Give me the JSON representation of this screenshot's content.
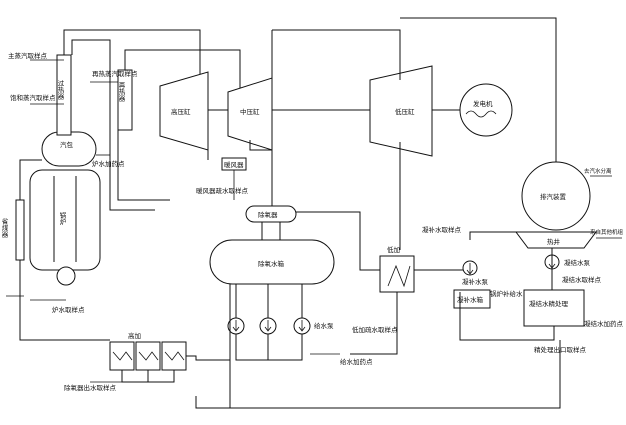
{
  "labels": {
    "main_steam_sample": "主蒸汽取样点",
    "superheater": "过热器",
    "reheat_steam_sample": "再热蒸汽取样点",
    "saturated_steam_sample": "饱和蒸汽取样点",
    "reheater": "再热器",
    "drum": "汽包",
    "boiler_dosing": "炉水加药点",
    "economizer": "省煤器",
    "furnace": "锅炉",
    "boiler_water_sample": "炉水取样点",
    "hp_turbine": "高压缸",
    "ip_turbine": "中压缸",
    "lp_turbine": "低压缸",
    "generator": "发电机",
    "heater": "暖风器",
    "heater_drain_sample": "暖风器疏水取样点",
    "deaerator": "除氧器",
    "deaerator_tank": "除氧水箱",
    "feed_pump": "给水泵",
    "hp_heater": "高加",
    "deaerator_outlet_sample": "除氧器出水取样点",
    "lp_heater": "低加",
    "lp_drain_sample": "低加疏水取样点",
    "feedwater_dosing": "给水加药点",
    "exhaust_device": "排汽装置",
    "hotwell": "热井",
    "condensate_makeup_sample": "凝补水取样点",
    "makeup_pump": "凝补水泵",
    "makeup_tank": "凝补水箱",
    "boiler_makeup": "锅炉补给水",
    "condensate_pump": "凝结水泵",
    "condensate_sample": "凝结水取样点",
    "condensate_treatment": "凝结水精处理",
    "condensate_dosing": "凝结水加药点",
    "polishing_outlet_sample": "精处理出口取样点",
    "to_steam_ejector": "去汽水分离",
    "from_other_unit": "来自其他机组"
  }
}
